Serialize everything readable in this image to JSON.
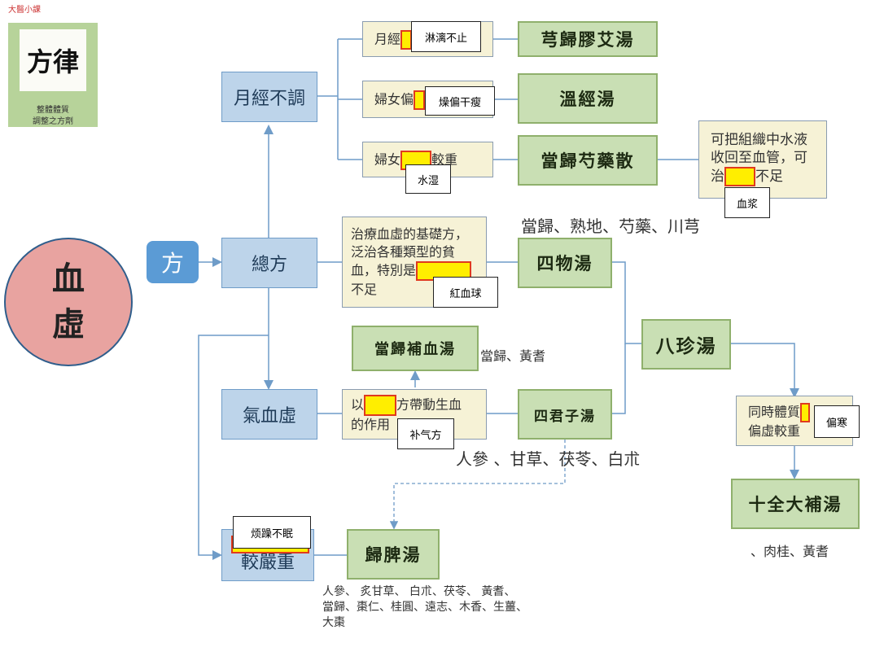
{
  "brand": {
    "caption": "大醫小課",
    "logo_text": "方律",
    "subtitle_line1": "整體體質",
    "subtitle_line2": "調整之方劑"
  },
  "root": {
    "text_line1": "血",
    "text_line2": "虛"
  },
  "fang_label": "方",
  "categories": {
    "yuejing": "月經不調",
    "zongfang": "總方",
    "qixue": "氣血虛",
    "jiaoyan": "較嚴重"
  },
  "conditions": {
    "yuejing_a": {
      "prefix": "月經",
      "blank": "淋漓不止"
    },
    "yuejing_b": {
      "prefix": "婦女偏",
      "blank": "燥偏干瘦"
    },
    "yuejing_c": {
      "prefix": "婦女",
      "suffix": "較重",
      "blank": "水湿"
    },
    "zongfang_desc": {
      "line1": "治療血虛的基礎方，",
      "line2": "泛治各種類型的貧",
      "line3_prefix": "血，特別是",
      "line4": "不足",
      "blank": "紅血球"
    },
    "qixue_desc": {
      "prefix": "以",
      "suffix": "方帶動生血",
      "line2": "的作用",
      "blank": "补气方"
    },
    "tonghe": {
      "line1_prefix": "同時體質",
      "line2": "偏虛較重",
      "blank": "偏寒"
    },
    "jiaoyan_blank": "烦躁不眠"
  },
  "formulas": {
    "xionggui": "芎歸膠艾湯",
    "wenjing": "溫經湯",
    "danggui_shaoyao": "當歸芍藥散",
    "siwu": "四物湯",
    "danggui_buxue": "當歸補血湯",
    "sijunzi": "四君子湯",
    "bazhen": "八珍湯",
    "shiquan": "十全大補湯",
    "guipi": "歸脾湯"
  },
  "notes": {
    "danggui_shaoyao_effect": {
      "line1": "可把組織中水液",
      "line2": "收回至血管，可",
      "line3_prefix": "治",
      "line3_suffix": "不足",
      "blank": "血浆"
    },
    "siwu_herbs": "當歸、熟地、芍藥、川芎",
    "danggui_buxue_herbs": "當歸、黃耆",
    "sijunzi_herbs": "人參 、甘草、茯苓、白朮",
    "shiquan_herbs": "、肉桂、黃耆",
    "guipi_herbs_line1": "人參、 炙甘草、 白朮、茯苓、 黃耆、",
    "guipi_herbs_line2": "當歸、棗仁、桂圓、遠志、木香、生薑、",
    "guipi_herbs_line3": "大棗"
  },
  "colors": {
    "root_fill": "#e8a3a0",
    "category_fill": "#bdd4ea",
    "formula_fill": "#c9dfb4",
    "condition_fill": "#f6f2d6",
    "highlight": "#ffee00",
    "highlight_border": "#e03a1e",
    "connector": "#6f9cc8"
  }
}
